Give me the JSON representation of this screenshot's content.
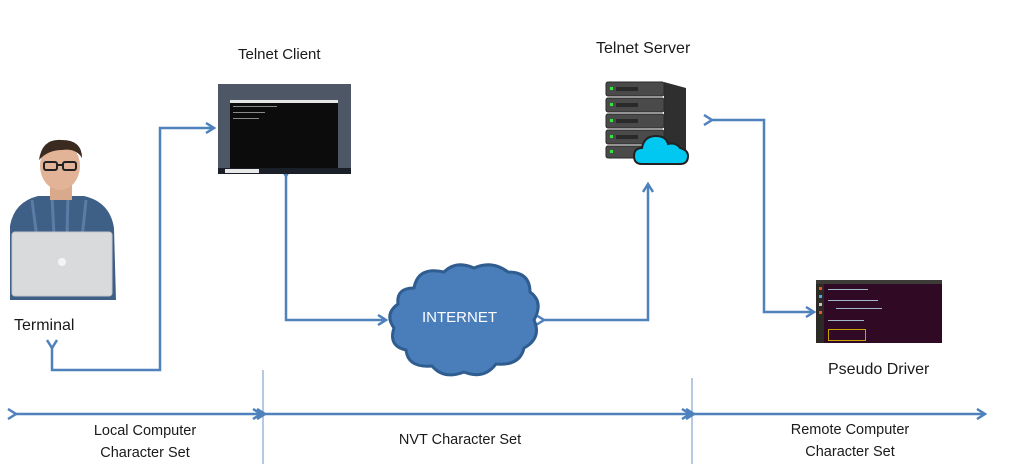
{
  "diagram": {
    "nodes": {
      "terminal": {
        "label": "Terminal"
      },
      "telnet_client": {
        "label": "Telnet Client"
      },
      "telnet_server": {
        "label": "Telnet Server"
      },
      "internet": {
        "label": "INTERNET"
      },
      "pseudo_driver": {
        "label": "Pseudo Driver"
      }
    },
    "zones": [
      {
        "line1": "Local Computer",
        "line2": "Character Set"
      },
      {
        "line1": "NVT Character Set",
        "line2": ""
      },
      {
        "line1": "Remote Computer",
        "line2": "Character Set"
      }
    ],
    "colors": {
      "arrow": "#4f81bd",
      "cloud_fill": "#4a7ebb",
      "cloud_stroke": "#2f5d8f",
      "server_cloud": "#00c8f0",
      "divider": "#9db7d8"
    }
  }
}
